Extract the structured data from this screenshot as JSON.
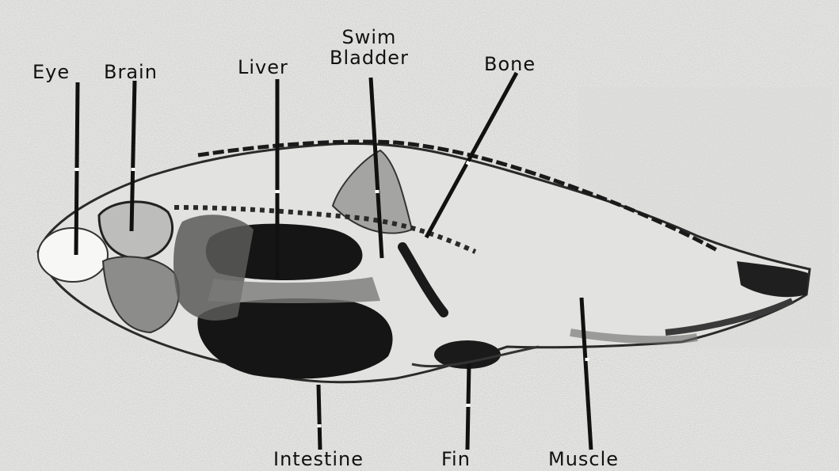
{
  "labels": {
    "eye": "Eye",
    "brain": "Brain",
    "liver": "Liver",
    "swim_bladder_line1": "Swim",
    "swim_bladder_line2": "Bladder",
    "bone": "Bone",
    "intestine": "Intestine",
    "fin": "Fin",
    "muscle": "Muscle"
  },
  "colors": {
    "background": "#f4f4f2",
    "tissue_dark": "#151515",
    "tissue_mid": "#6a6a6a",
    "tissue_light": "#c8c8c6",
    "leader_line": "#111111"
  }
}
